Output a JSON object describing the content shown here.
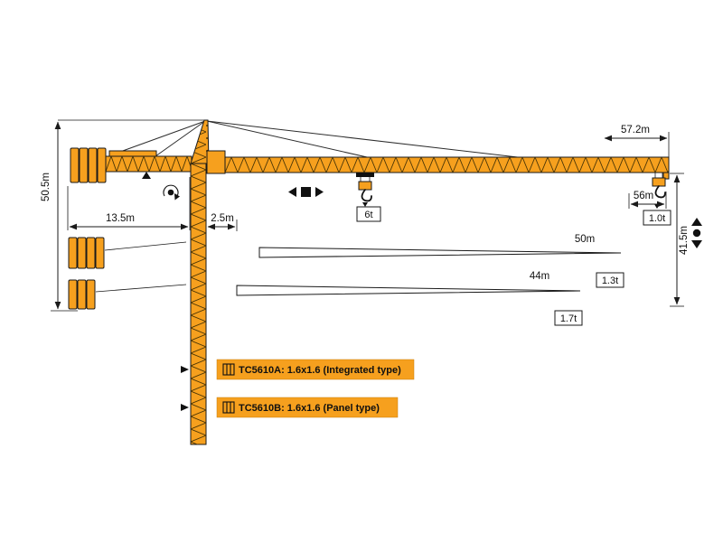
{
  "colors": {
    "crane": "#F6A01E",
    "outline": "#1a1a1a",
    "text": "#111111"
  },
  "dimensions": {
    "tower_height": "50.5m",
    "counter_jib_radius": "13.5m",
    "slew_offset": "2.5m",
    "jib_length_total": "57.2m",
    "max_radius": "56m",
    "hook_height": "41.5m",
    "jib_length_50": "50m",
    "jib_length_44": "44m"
  },
  "loads": {
    "rated_mid": "6t",
    "tip_56": "1.0t",
    "tip_50": "1.3t",
    "tip_44": "1.7t"
  },
  "models": {
    "integrated": "TC5610A: 1.6x1.6 (Integrated type)",
    "panel": "TC5610B: 1.6x1.6 (Panel type)"
  }
}
